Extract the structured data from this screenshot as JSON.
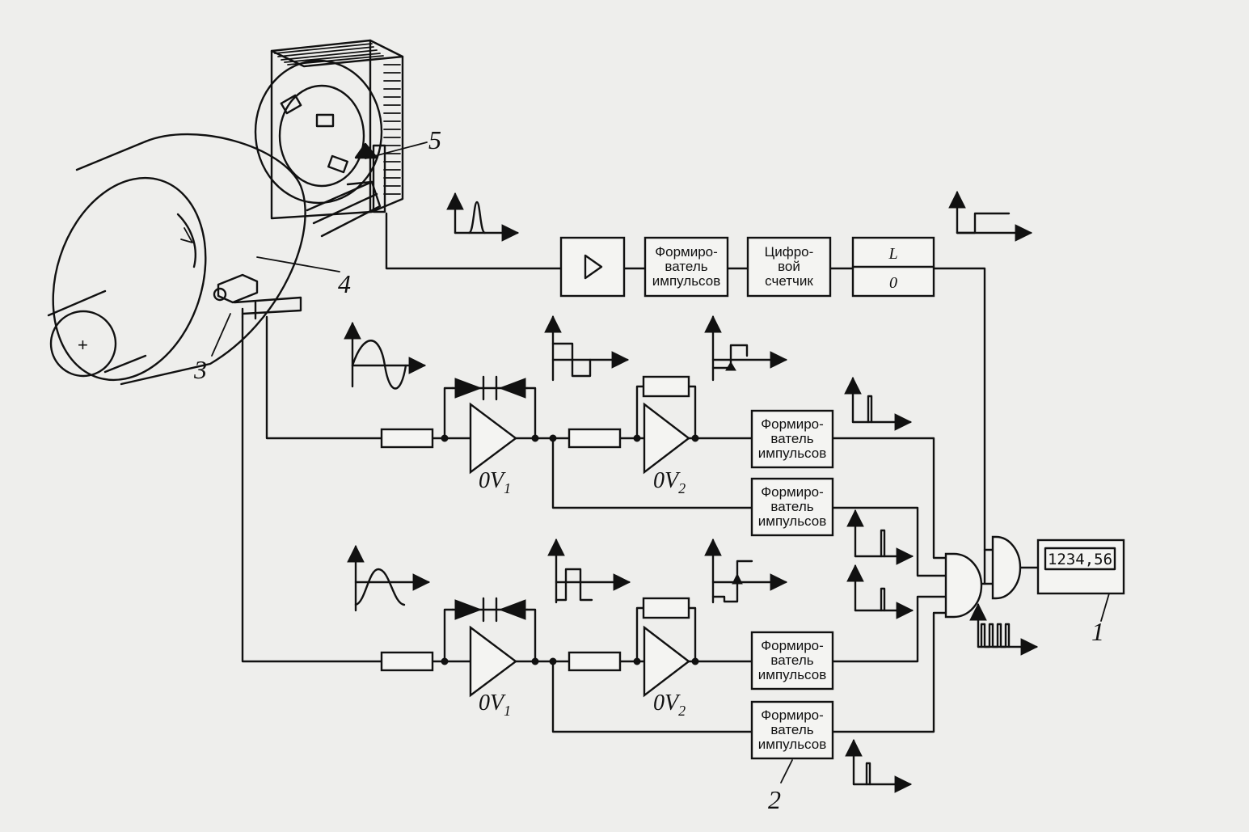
{
  "colors": {
    "ink": "#111111",
    "paper": "#eeeeec"
  },
  "top_chain": {
    "shaper_label": [
      "Формиро-",
      "ватель",
      "импульсов"
    ],
    "counter_label": [
      "Цифро-",
      "вой",
      "счетчик"
    ],
    "logic_top": "L",
    "logic_bottom": "0"
  },
  "channel_shaper_label": [
    "Формиро-",
    "ватель",
    "импульсов"
  ],
  "opamps": {
    "ov1": {
      "base": "0V",
      "sub": "1"
    },
    "ov2": {
      "base": "0V",
      "sub": "2"
    }
  },
  "display": {
    "reading": "1234,56"
  },
  "callouts": {
    "c1": "1",
    "c2": "2",
    "c3": "3",
    "c4": "4",
    "c5": "5"
  },
  "symbols": {
    "shaft_mark": "+"
  },
  "icons": [
    "amplifier-icon",
    "op-amp-icon",
    "resistor-icon",
    "zener-diode-icon",
    "and-gate-icon",
    "waveform-icon"
  ]
}
